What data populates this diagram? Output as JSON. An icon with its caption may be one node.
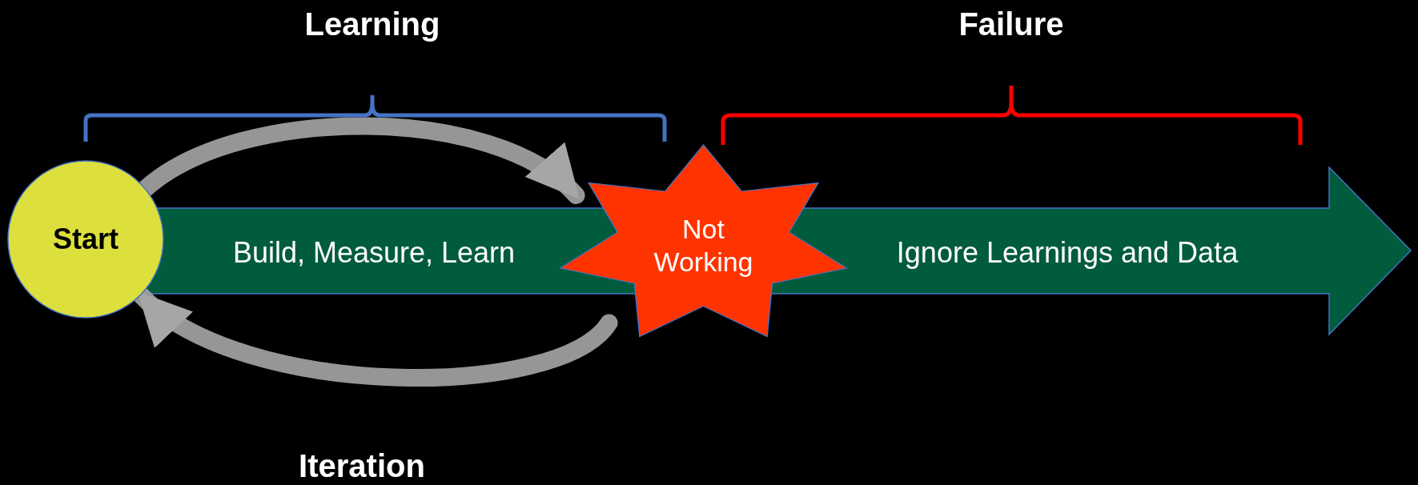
{
  "diagram": {
    "nodes": [
      {
        "text": [
          "Build, Measure, Learn",
          "Ignore Learnings and Data"
        ]
      },
      {
        "text": [
          "Start"
        ]
      },
      {
        "text": [
          "Not Working"
        ]
      }
    ],
    "edges": [
      {
        "from": 1,
        "to": 2,
        "arrow": "to"
      },
      {
        "from": 2,
        "to": 1,
        "arrow": "to"
      }
    ],
    "labels": [
      "Learning",
      "Failure",
      "Iteration"
    ]
  }
}
